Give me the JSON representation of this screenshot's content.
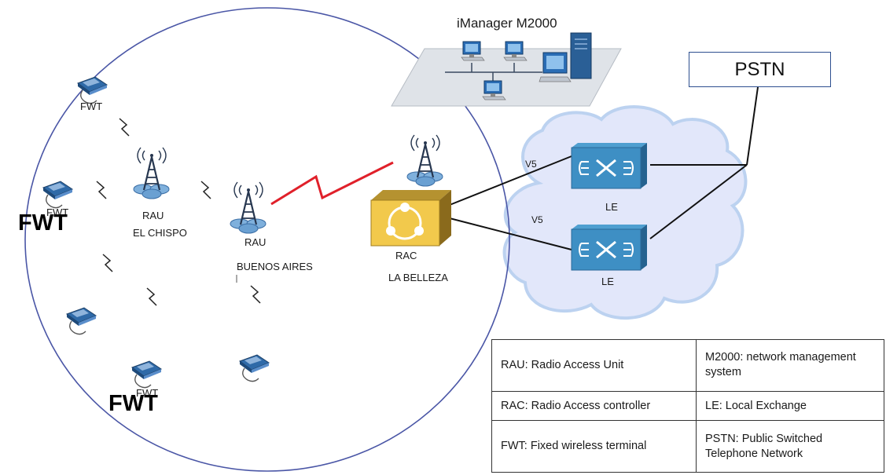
{
  "labels": {
    "manager": "iManager M2000",
    "pstn": "PSTN",
    "rau1_name": "RAU",
    "rau1_site": "EL CHISPO",
    "rau2_name": "RAU",
    "rau2_site": "BUENOS AIRES",
    "rac_name": "RAC",
    "rac_site": "LA BELLEZA",
    "v5_top": "V5",
    "v5_bottom": "V5",
    "le_top": "LE",
    "le_bottom": "LE",
    "fwt_small_1": "FWT",
    "fwt_small_2": "FWT",
    "fwt_small_3": "FWT",
    "fwt_big_1": "FWT",
    "fwt_big_2": "FWT"
  },
  "legend": [
    [
      "RAU: Radio Access Unit",
      "M2000: network management system"
    ],
    [
      "RAC: Radio Access controller",
      "LE: Local Exchange"
    ],
    [
      "FWT: Fixed wireless terminal",
      "PSTN: Public Switched Telephone Network"
    ]
  ],
  "colors": {
    "coverage_circle": "#4a56a6",
    "radio_link": "#e0202a",
    "wired_link": "#111111",
    "cloud": "#e2e7fa",
    "rac_box": "#f2c94c",
    "le_box": "#3e8fc4",
    "terminal": "#3b78b8"
  }
}
